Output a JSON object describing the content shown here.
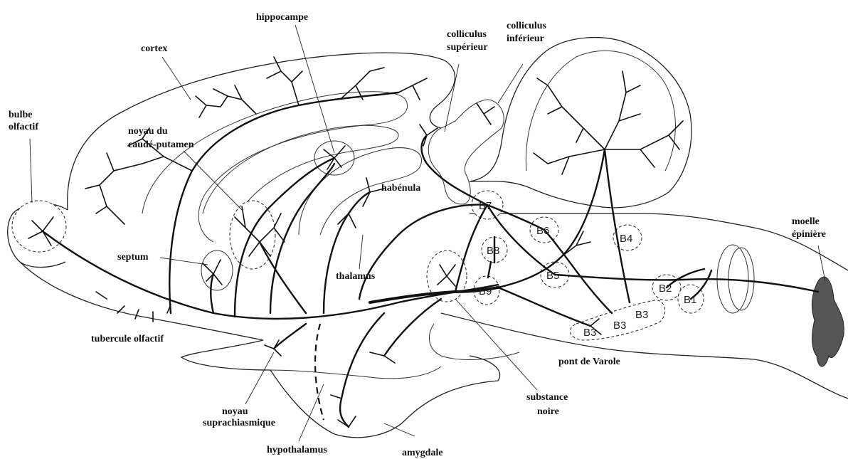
{
  "labels": {
    "hippocampe": "hippocampe",
    "cortex": "cortex",
    "bulbe_line1": "bulbe",
    "bulbe_line2": "olfactif",
    "noyau_caude_line1": "noyau du",
    "noyau_caude_line2": "caudé-putamen",
    "colliculus_sup_line1": "colliculus",
    "colliculus_sup_line2": "supérieur",
    "colliculus_inf_line1": "colliculus",
    "colliculus_inf_line2": "inférieur",
    "habenula": "habénula",
    "septum": "septum",
    "thalamus": "thalamus",
    "moelle_line1": "moelle",
    "moelle_line2": "épinière",
    "tubercule": "tubercule olfactif",
    "pont": "pont de Varole",
    "substance_line1": "substance",
    "substance_line2": "noire",
    "noyau_supra_line1": "noyau",
    "noyau_supra_line2": "suprachiasmique",
    "hypothalamus": "hypothalamus",
    "amygdale": "amygdale"
  },
  "cell_groups": {
    "B1": "B1",
    "B2": "B2",
    "B3a": "B3",
    "B3b": "B3",
    "B3c": "B3",
    "B4": "B4",
    "B5": "B5",
    "B6": "B6",
    "B7": "B7",
    "B8": "B8",
    "B9": "B9"
  }
}
